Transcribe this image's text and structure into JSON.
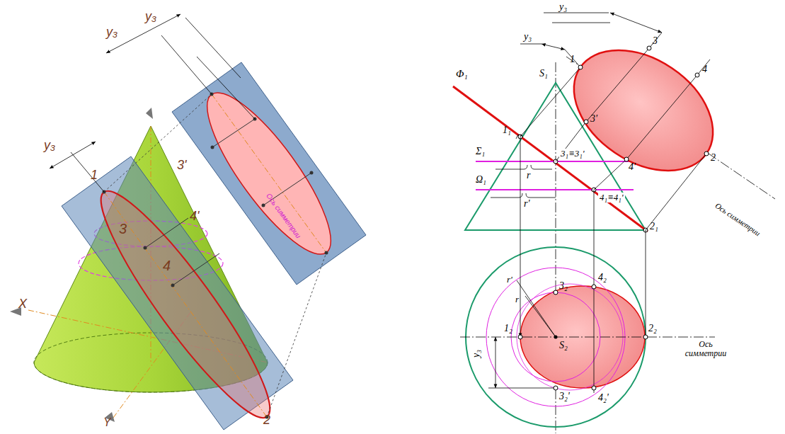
{
  "diagram": {
    "labels": [
      "y₃",
      "y₃",
      "y₃",
      "1",
      "3'",
      "3",
      "4'",
      "4",
      "2",
      "X",
      "Y",
      "Ось симметрии",
      "y₃",
      "y₃",
      "S₁",
      "Φ₁",
      "1",
      "3",
      "4",
      "1₁",
      "3'",
      "Σ₁",
      "3₁≡3₁'",
      "r",
      "4'",
      "Ω₁",
      "r'",
      "4₁≡4₁'",
      "2",
      "2₁",
      "Ось симметрии",
      "r'",
      "r",
      "3₂",
      "4₂",
      "1₂",
      "S₂",
      "2₂",
      "Ось симметрии",
      "y₃",
      "3₂'",
      "4₂'"
    ]
  }
}
